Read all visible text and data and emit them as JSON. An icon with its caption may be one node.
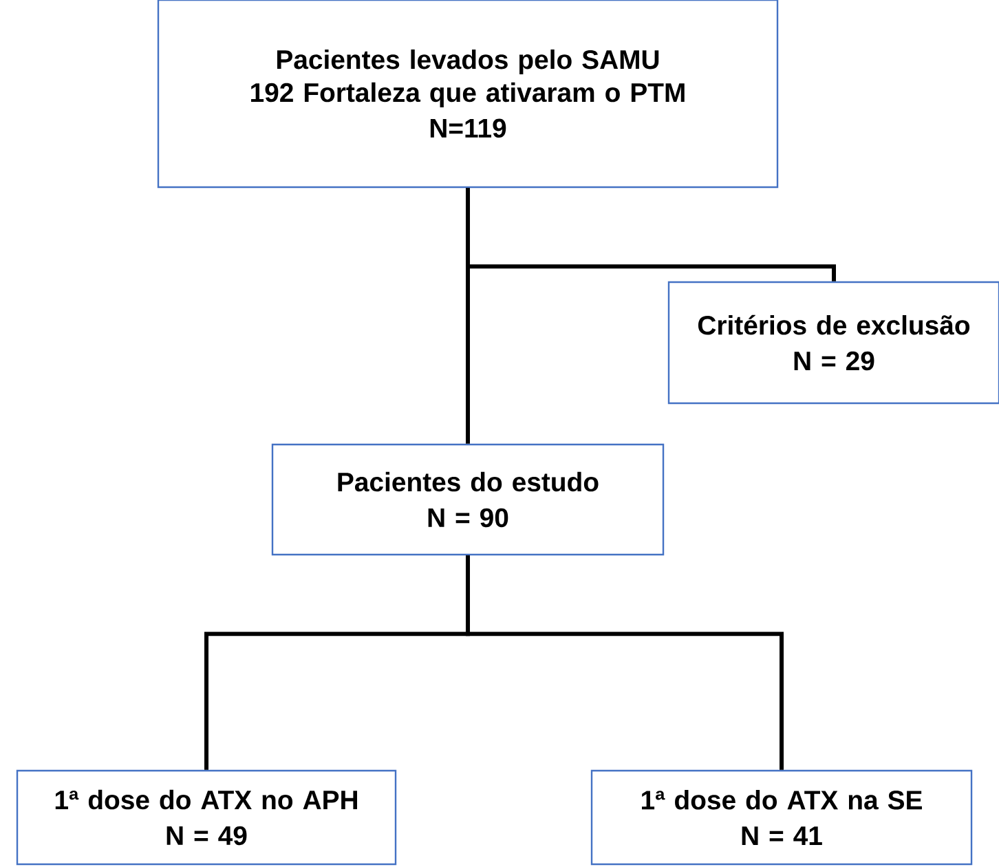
{
  "diagram": {
    "nodes": [
      {
        "text": [
          "Pacientes levados pelo SAMU 192 Fortaleza que ativaram o PTM",
          "N=119"
        ]
      },
      {
        "text": [
          "Critérios de exclusão",
          "N = 29"
        ]
      },
      {
        "text": [
          "Pacientes do estudo",
          "N = 90"
        ]
      },
      {
        "text": [
          "1ª dose do ATX no APH",
          "N = 49"
        ]
      },
      {
        "text": [
          "1ª dose do ATX na SE",
          "N = 41"
        ]
      }
    ],
    "edges": [
      {
        "from": 0,
        "to": 2,
        "arrow": "none"
      },
      {
        "from": 0,
        "to": 1,
        "arrow": "none"
      },
      {
        "from": 2,
        "to": 3,
        "arrow": "none"
      },
      {
        "from": 2,
        "to": 4,
        "arrow": "none"
      }
    ]
  }
}
